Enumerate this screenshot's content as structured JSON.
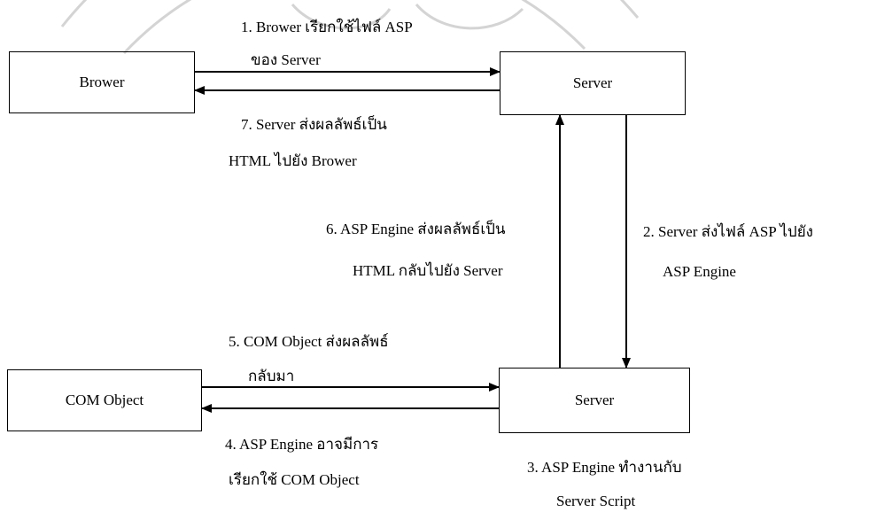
{
  "nodes": {
    "browser": "Brower",
    "server_top": "Server",
    "com_object": "COM Object",
    "server_bottom": "Server"
  },
  "steps": {
    "s1": [
      "1. Brower เรียกใช้ไฟล์ ASP",
      "ของ Server"
    ],
    "s2": [
      "2. Server ส่งไฟล์ ASP ไปยัง",
      "ASP Engine"
    ],
    "s3": [
      "3. ASP Engine ทำงานกับ",
      "Server Script"
    ],
    "s4": [
      "4. ASP Engine อาจมีการ",
      "เรียกใช้ COM Object"
    ],
    "s5": [
      "5. COM Object ส่งผลลัพธ์",
      "กลับมา"
    ],
    "s6": [
      "6. ASP Engine ส่งผลลัพธ์เป็น",
      "HTML กลับไปยัง Server"
    ],
    "s7": [
      "7. Server ส่งผลลัพธ์เป็น",
      "HTML ไปยัง Brower"
    ]
  },
  "colors": {
    "line": "#000000",
    "watermark": "#cfcfcf"
  }
}
